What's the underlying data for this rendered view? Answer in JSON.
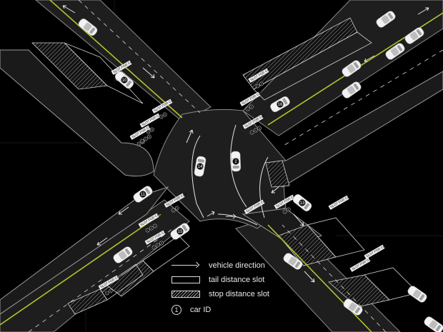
{
  "slot_label": "SLOT FOR CAR",
  "cars": [
    {
      "id": "10"
    },
    {
      "id": "16"
    },
    {
      "id": "14"
    },
    {
      "id": "2"
    },
    {
      "id": "11"
    },
    {
      "id": "13"
    },
    {
      "id": "15"
    }
  ],
  "slot_tags": [
    {
      "ids": [
        "12"
      ]
    },
    {
      "ids": [
        "3",
        "4"
      ]
    },
    {
      "ids": [
        "5",
        "8"
      ]
    },
    {
      "ids": [
        "6",
        "6"
      ]
    },
    {
      "ids": [
        "1",
        "4",
        "6"
      ]
    },
    {
      "ids": [
        "3",
        "4"
      ]
    },
    {
      "ids": [
        "1",
        "5"
      ]
    },
    {
      "ids": [
        "1",
        "5",
        "6"
      ]
    },
    {
      "ids": [
        "6",
        "3"
      ]
    },
    {
      "ids": [
        "2",
        "5",
        "6"
      ]
    },
    {
      "ids": [
        "3",
        "5",
        "8"
      ]
    },
    {
      "ids": [
        "2",
        "5"
      ]
    },
    {
      "ids": [
        "2",
        "6"
      ]
    }
  ],
  "legend": {
    "vehicle_direction": "vehicle direction",
    "tail_distance_slot": "tail distance slot",
    "stop_distance_slot": "stop distance slot",
    "car_id_symbol": "1",
    "car_id": "car ID"
  },
  "colors": {
    "background": "#000000",
    "road": "#1e1e1e",
    "center_line": "#b8c02c",
    "lane_line": "#d8d8d8",
    "car": "#f2f2f2"
  }
}
